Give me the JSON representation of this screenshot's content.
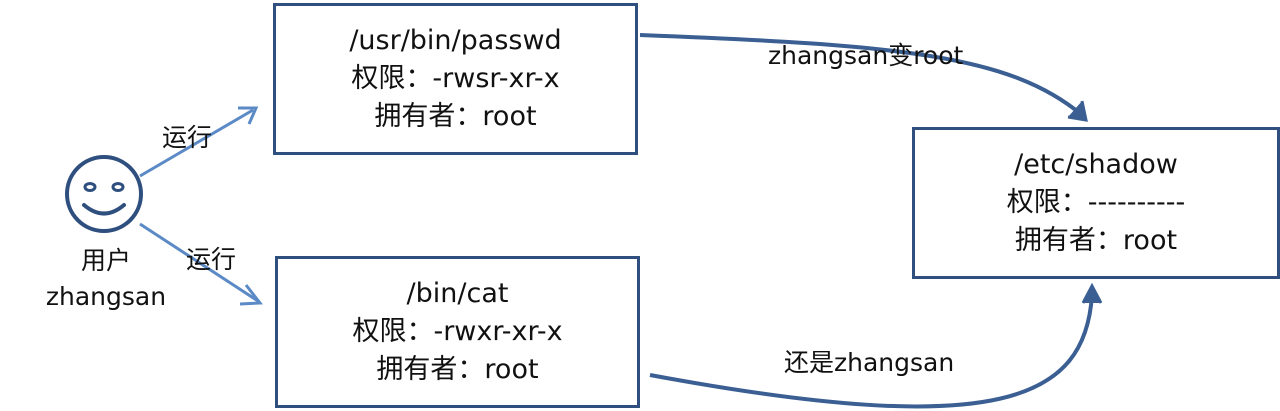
{
  "user": {
    "title": "用户",
    "name": "zhangsan",
    "icon": "smiley-face-icon"
  },
  "boxes": {
    "passwd": {
      "path": "/usr/bin/passwd",
      "perm": "权限：-rwsr-xr-x",
      "owner": "拥有者：root"
    },
    "cat": {
      "path": "/bin/cat",
      "perm": "权限：-rwxr-xr-x",
      "owner": "拥有者：root"
    },
    "shadow": {
      "path": "/etc/shadow",
      "perm": "权限：----------",
      "owner": "拥有者：root"
    }
  },
  "edges": {
    "run_top": "运行",
    "run_bottom": "运行",
    "passwd_to_shadow": "zhangsan变root",
    "cat_to_shadow": "还是zhangsan"
  },
  "colors": {
    "box_border": "#2f4f7f",
    "arrow_dark": "#3b5f93",
    "arrow_light": "#5b8ac6"
  }
}
